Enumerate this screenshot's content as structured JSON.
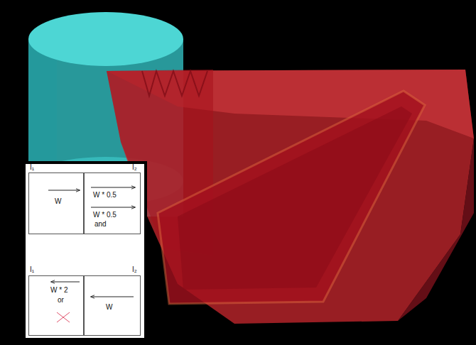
{
  "diagram": {
    "nodes": [
      {
        "text": [
          "W"
        ]
      },
      {
        "text": [
          "W * 0.5",
          "W * 0.5",
          "and"
        ]
      },
      {
        "text": [
          "W * 2",
          "or"
        ]
      },
      {
        "text": [
          "W"
        ]
      }
    ],
    "labels": [
      "I₁",
      "I₂",
      "I₁",
      "I₂"
    ]
  }
}
